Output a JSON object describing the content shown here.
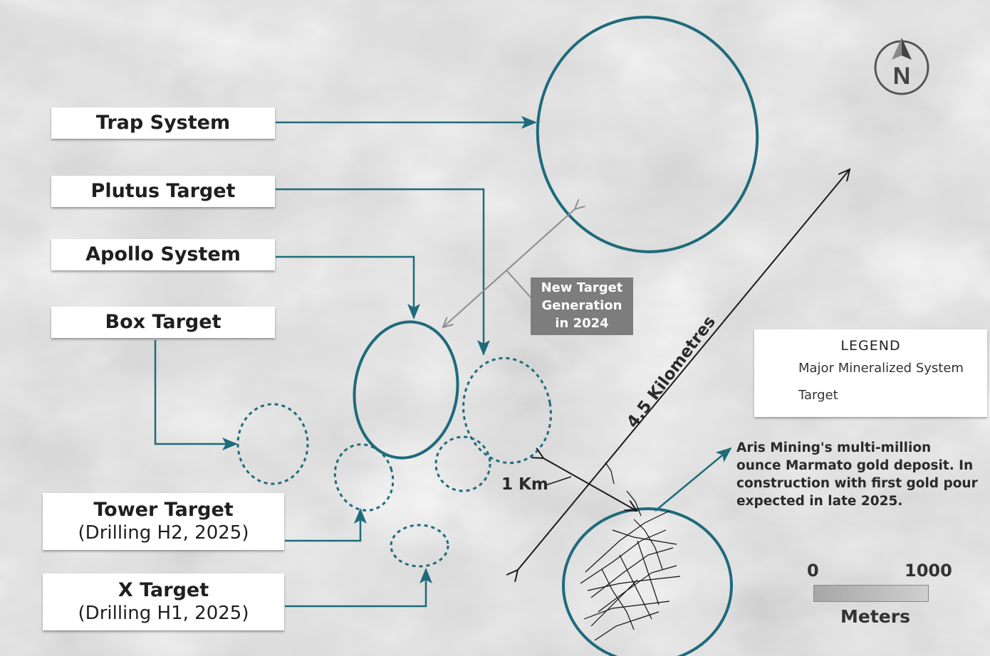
{
  "labels": {
    "trap": "Trap System",
    "plutus": "Plutus Target",
    "apollo": "Apollo System",
    "box": "Box Target",
    "tower": "Tower Target",
    "tower_sub": "(Drilling H2, 2025)",
    "x": "X Target",
    "x_sub": "(Drilling H1, 2025)"
  },
  "new_target": [
    "New Target",
    "Generation",
    "in 2024"
  ],
  "legend": {
    "title": "LEGEND",
    "major": "Major Mineralized System",
    "target": "Target"
  },
  "aris_note": "Aris Mining's multi-million ounce Marmato gold deposit. In construction with first gold pour expected in late 2025.",
  "distance_label": "4.5 Kilometres",
  "km_label": "1 Km",
  "north_label": "N",
  "scale": {
    "start": "0",
    "end": "1000",
    "unit": "Meters"
  },
  "colors": {
    "teal": "#1e6b7b",
    "gray_arrow": "#8c8c8c",
    "black_arrow": "#1a1a1a",
    "label_bg": "#ffffff",
    "new_target_bg": "#7d7d7d"
  }
}
